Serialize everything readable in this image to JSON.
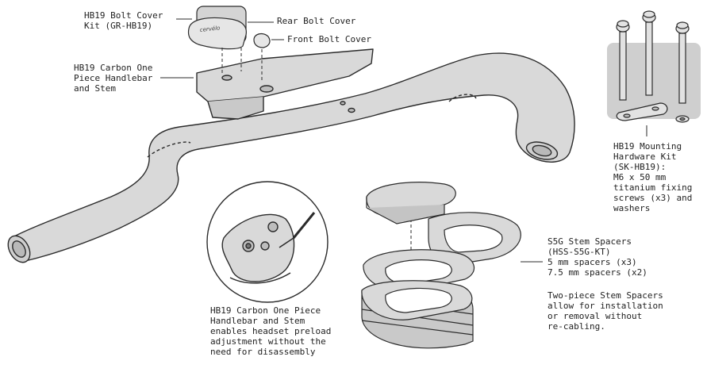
{
  "labels": {
    "bolt_cover_kit": "HB19 Bolt Cover\nKit (GR-HB19)",
    "rear_bolt_cover": "Rear Bolt Cover",
    "front_bolt_cover": "Front Bolt Cover",
    "handlebar_stem": "HB19 Carbon One\nPiece Handlebar\nand Stem",
    "mounting_kit": "HB19 Mounting\nHardware Kit\n(SK-HB19):\nM6 x 50 mm\ntitanium fixing\nscrews (x3) and\nwashers",
    "stem_spacers": "S5G Stem Spacers\n(HSS-S5G-KT)\n5 mm spacers (x3)\n7.5 mm spacers (x2)",
    "two_piece_note": "Two-piece Stem Spacers\nallow for installation\nor removal without\nre-cabling.",
    "preload_note": "HB19 Carbon One Piece\nHandlebar and Stem\nenables headset preload\nadjustment without the\nneed for disassembly"
  },
  "logo_text": "cervélo",
  "colors": {
    "part_fill": "#d9d9d9",
    "part_stroke": "#2b2b2b",
    "panel_fill": "#cfcfcf",
    "text": "#222222"
  }
}
